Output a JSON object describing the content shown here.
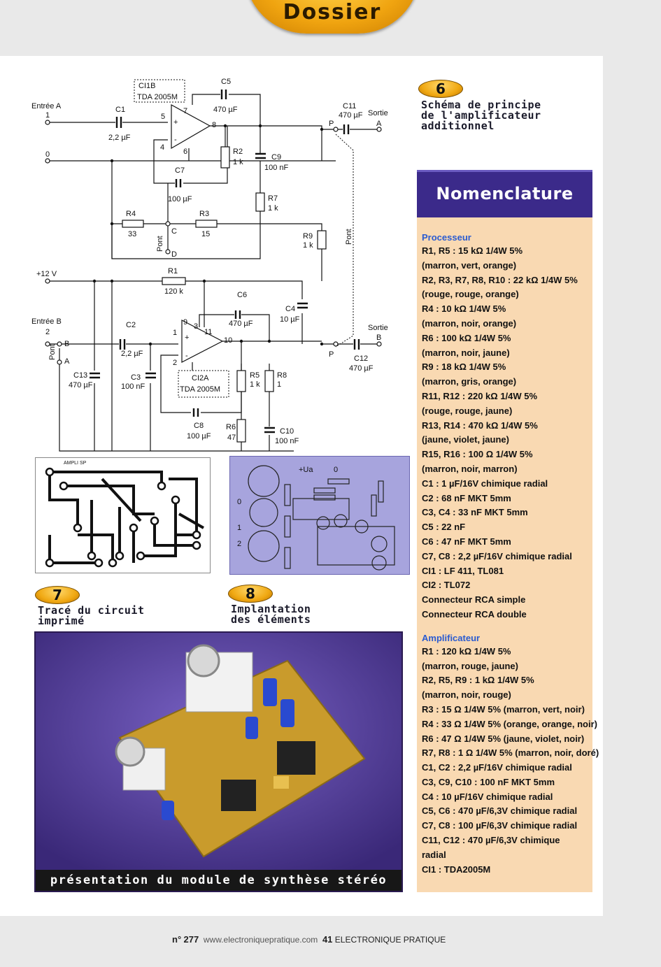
{
  "header": {
    "section": "Dossier"
  },
  "figures": {
    "fig6": {
      "number": "6",
      "caption_1": "Schéma de principe",
      "caption_2": "de l'amplificateur",
      "caption_3": "additionnel"
    },
    "fig7": {
      "number": "7",
      "caption_1": "Tracé du circuit",
      "caption_2": "imprimé",
      "board_label": "AMPLI SP"
    },
    "fig8": {
      "number": "8",
      "caption_1": "Implantation",
      "caption_2": "des éléments"
    }
  },
  "schematic": {
    "input_a": "Entrée A",
    "input_b": "Entrée B",
    "in1": "1",
    "in0": "0",
    "in2": "2",
    "out_a": "Sortie",
    "out_a_letter": "A",
    "out_b": "Sortie",
    "out_b_letter": "B",
    "supply": "+12 V",
    "ci1b": "CI1B",
    "ci2a": "CI2A",
    "tda": "TDA 2005M",
    "c1": "C1",
    "c1v": "2,2 µF",
    "c2": "C2",
    "c2v": "2,2 µF",
    "c3": "C3",
    "c3v": "100 nF",
    "c4": "C4",
    "c4v": "10 µF",
    "c5": "C5",
    "c5v": "470 µF",
    "c6": "C6",
    "c6v": "470 µF",
    "c7": "C7",
    "c7v": "100 µF",
    "c8": "C8",
    "c8v": "100 µF",
    "c9": "C9",
    "c9v": "100 nF",
    "c10": "C10",
    "c10v": "100 nF",
    "c11": "C11",
    "c11v": "470 µF",
    "c12": "C12",
    "c12v": "470 µF",
    "c13": "C13",
    "c13v": "470 µF",
    "r1": "R1",
    "r1v": "120 k",
    "r2": "R2",
    "r2v": "1 k",
    "r3": "R3",
    "r3v": "15",
    "r4": "R4",
    "r4v": "33",
    "r5": "R5",
    "r5v": "1 k",
    "r6": "R6",
    "r6v": "47",
    "r7": "R7",
    "r7v": "1 k",
    "r8": "R8",
    "r8v": "1",
    "r9": "R9",
    "r9v": "1 k",
    "pont": "Pont",
    "p": "P",
    "a": "A",
    "b": "B",
    "c": "C",
    "d": "D",
    "pin1": "1",
    "pin2": "2",
    "pin3": "3",
    "pin4": "4",
    "pin5": "5",
    "pin6": "6",
    "pin7": "7",
    "pin8": "8",
    "pin9": "9",
    "pin10": "10",
    "pin11": "11",
    "plus": "+",
    "minus": "-"
  },
  "implantation": {
    "ua": "+Ua",
    "zero": "0",
    "l1": "1",
    "l2": "2",
    "l0": "0"
  },
  "nomenclature": {
    "title": "Nomenclature",
    "processeur": {
      "heading": "Processeur",
      "lines": [
        "R1, R5 : 15 kΩ 1/4W 5%",
        "(marron, vert, orange)",
        "R2, R3, R7, R8, R10 : 22 kΩ 1/4W 5%",
        "(rouge, rouge, orange)",
        "R4 : 10 kΩ 1/4W 5%",
        "(marron, noir, orange)",
        "R6 : 100 kΩ 1/4W 5%",
        "(marron, noir, jaune)",
        "R9 : 18 kΩ 1/4W 5%",
        "(marron, gris, orange)",
        "R11, R12 : 220 kΩ 1/4W 5%",
        "(rouge, rouge, jaune)",
        "R13, R14 : 470 kΩ 1/4W 5%",
        "(jaune, violet, jaune)",
        "R15, R16 : 100 Ω 1/4W 5%",
        "(marron, noir, marron)",
        "C1 : 1 µF/16V chimique radial",
        "C2 : 68 nF MKT 5mm",
        "C3, C4 : 33 nF MKT 5mm",
        "C5 : 22 nF",
        "C6 : 47 nF MKT 5mm",
        "C7, C8 : 2,2 µF/16V chimique radial",
        "CI1 : LF 411, TL081",
        "CI2 : TL072",
        "Connecteur RCA simple",
        "Connecteur RCA double"
      ]
    },
    "amplificateur": {
      "heading": "Amplificateur",
      "lines": [
        "R1 : 120 kΩ 1/4W 5%",
        "(marron, rouge, jaune)",
        "R2, R5, R9 : 1 kΩ 1/4W 5%",
        "(marron, noir, rouge)",
        "R3 : 15 Ω 1/4W 5% (marron, vert, noir)",
        "R4 : 33 Ω 1/4W 5% (orange, orange, noir)",
        "R6 : 47 Ω 1/4W 5% (jaune, violet, noir)",
        "R7, R8 : 1 Ω 1/4W 5% (marron, noir, doré)",
        "C1, C2 : 2,2 µF/16V chimique radial",
        "C3, C9, C10 : 100 nF MKT 5mm",
        "C4 : 10 µF/16V chimique radial",
        "C5, C6 : 470 µF/6,3V chimique radial",
        "C7, C8 : 100 µF/6,3V chimique radial",
        "C11, C12 : 470 µF/6,3V chimique",
        "radial",
        "CI1 : TDA2005M"
      ]
    }
  },
  "photo": {
    "caption": "présentation du module de synthèse stéréo"
  },
  "footer": {
    "issue_prefix": "n°",
    "issue": "277",
    "url": "www.electroniquepratique.com",
    "page": "41",
    "magazine": "ELECTRONIQUE PRATIQUE"
  }
}
